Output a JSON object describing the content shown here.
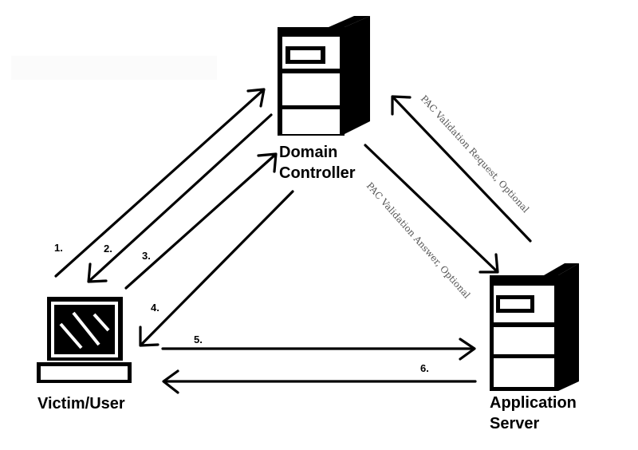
{
  "nodes": {
    "domain_controller": {
      "line1": "Domain",
      "line2": "Controller"
    },
    "application_server": {
      "line1": "Application",
      "line2": "Server"
    },
    "victim_user": {
      "label": "Victim/User"
    }
  },
  "steps": {
    "s1": "1.",
    "s2": "2.",
    "s3": "3.",
    "s4": "4.",
    "s5": "5.",
    "s6": "6."
  },
  "notes": {
    "pac_request": "PAC Validation Request, Optional",
    "pac_answer": "PAC Validation Answer, Optional"
  }
}
